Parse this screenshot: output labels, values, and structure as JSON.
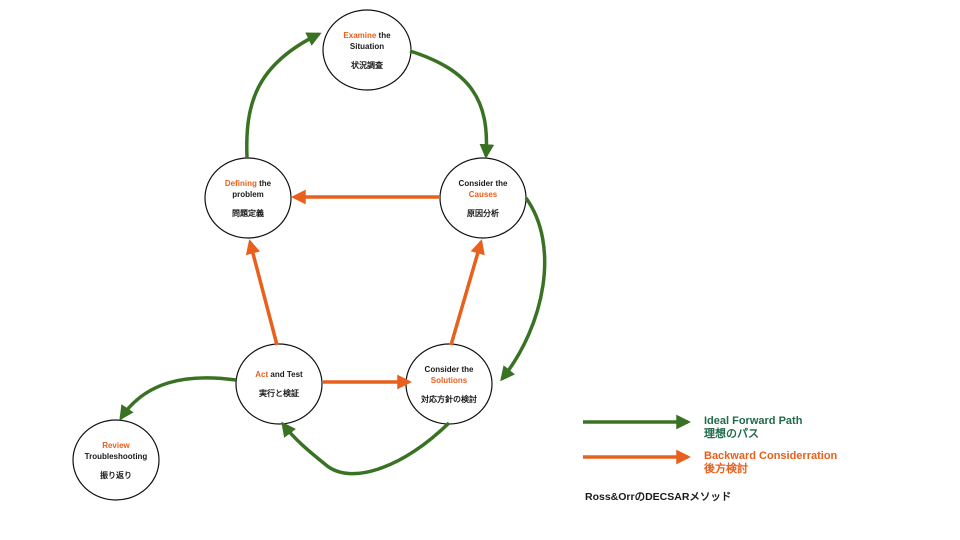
{
  "colors": {
    "forward": "#3a7224",
    "backward": "#e8601c",
    "accent_text": "#e8601c",
    "legend_forward_text": "#1f6b4a",
    "node_stroke": "#111111",
    "text": "#1a1a1a"
  },
  "nodes": {
    "examine": {
      "accent": "Examine",
      "rest": " the",
      "line2": "Situation",
      "ja": "状況調査"
    },
    "defining": {
      "accent": "Defining",
      "rest": " the",
      "line2": "problem",
      "ja": "問題定義"
    },
    "causes": {
      "line1": "Consider the",
      "accent": "Causes",
      "ja": "原因分析"
    },
    "act": {
      "accent": "Act",
      "rest": " and Test",
      "ja": "実行と検証"
    },
    "solutions": {
      "line1": "Consider the",
      "accent": "Solutions",
      "ja": "対応方針の検討"
    },
    "review": {
      "accent": "Review",
      "line2": "Troubleshooting",
      "ja": "振り返り"
    }
  },
  "edges": [
    {
      "from": "defining",
      "to": "examine",
      "type": "forward"
    },
    {
      "from": "examine",
      "to": "causes",
      "type": "forward"
    },
    {
      "from": "causes",
      "to": "solutions",
      "type": "forward"
    },
    {
      "from": "solutions",
      "to": "act",
      "type": "forward"
    },
    {
      "from": "act",
      "to": "review",
      "type": "forward"
    },
    {
      "from": "causes",
      "to": "defining",
      "type": "backward"
    },
    {
      "from": "act",
      "to": "defining",
      "type": "backward"
    },
    {
      "from": "solutions",
      "to": "causes",
      "type": "backward"
    },
    {
      "from": "act",
      "to": "solutions",
      "type": "backward"
    }
  ],
  "legend": {
    "forward": {
      "en": "Ideal Forward Path",
      "ja": "理想のパス"
    },
    "backward": {
      "en": "Backward Considerration",
      "ja": "後方検討"
    }
  },
  "caption": "Ross&OrrのDECSARメソッド"
}
